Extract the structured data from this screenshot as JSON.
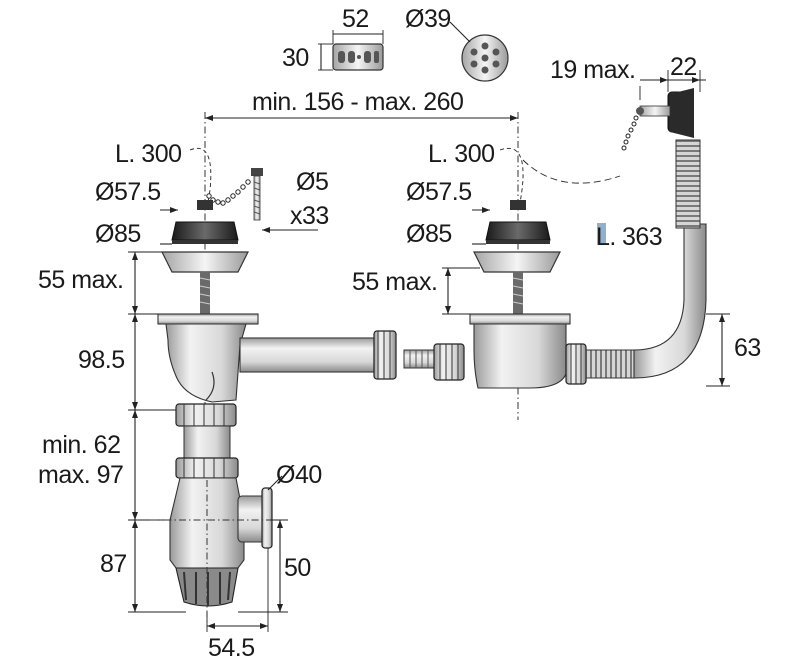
{
  "palette": {
    "ink": "#1a1a1a",
    "plastic_light": "#e4e4e4",
    "plastic_mid": "#bdbdbd",
    "plastic_dark": "#7a7a7a",
    "rubber": "#222222",
    "metal": "#c9c9c9",
    "length_marker": "#8fb1cc"
  },
  "dimensions": {
    "grid_width": "52",
    "grid_height": "30",
    "strainer_diameter": "Ø39",
    "overflow_max": "19 max.",
    "overflow_width": "22",
    "sink_spacing": "min. 156 - max. 260",
    "chain_length_left": "L. 300",
    "chain_length_right": "L. 300",
    "plug_diameter_left": "Ø57.5",
    "plug_diameter_right": "Ø57.5",
    "flange_diameter_left": "Ø85",
    "flange_diameter_right": "Ø85",
    "screw_diameter": "Ø5",
    "screw_length": "x33",
    "hose_length_marker": "L.",
    "hose_length_value": "363",
    "sink_thickness_left": "55 max.",
    "sink_thickness_right": "55 max.",
    "body_height": "98.5",
    "overflow_height": "63",
    "tail_adjust_min": "min. 62",
    "tail_adjust_max": "max. 97",
    "outlet_diameter": "Ø40",
    "trap_height": "87",
    "outlet_height": "50",
    "trap_width": "54.5"
  }
}
